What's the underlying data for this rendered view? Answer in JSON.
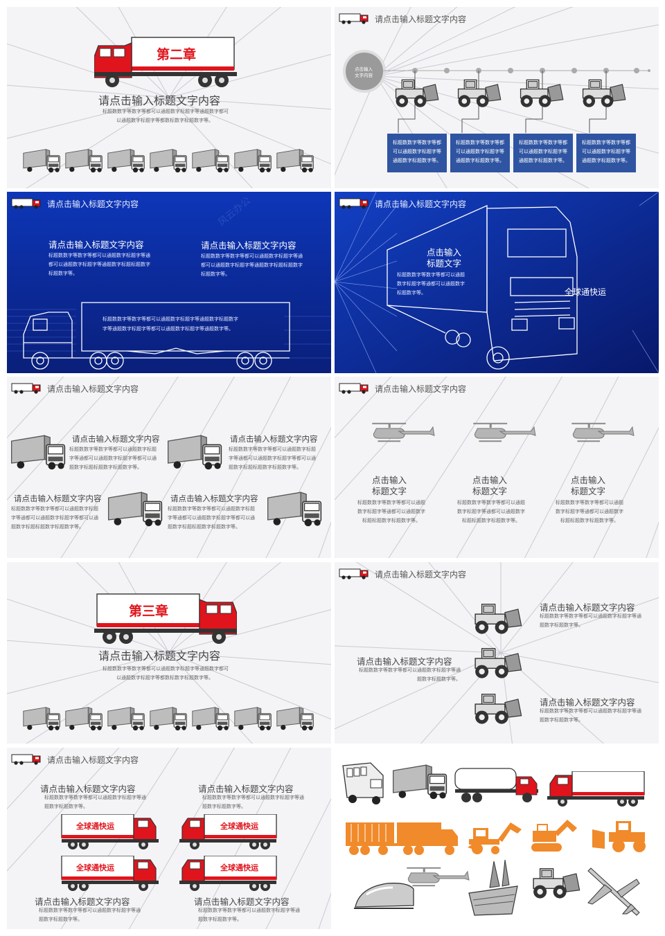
{
  "header_title": "请点击输入标题文字内容",
  "slide1": {
    "chapter": "第二章",
    "title": "请点击输入标题文字内容",
    "body1": "标题数数字等数字等都可以通题数字标题字等通题数字都可",
    "body2": "以通题数字标题字等都数标数字标题数字等。"
  },
  "slide2": {
    "circle_text1": "点击输入",
    "circle_text2": "文字内容",
    "boxes": [
      "标题数数字等数字等都可以通题数字标题字等通题数字标题数字等。",
      "标题数数字等数字等都可以通题数字标题字等通题数字标题数字等。",
      "标题数数字等数字等都可以通题数字标题字等通题数字标题数字等。",
      "标题数数字等数字等都可以通题数字标题字等通题数字标题数字等。"
    ]
  },
  "slide3": {
    "h1": "请点击输入标题文字内容",
    "b1": "标题数数字等数字等都可以通题数字标题字等通都可以通题数字标题字等通题数字标题标题数字标题数字等。",
    "h2": "请点击输入标题文字内容",
    "b2": "标题数数字等数字等都可以通题数字标题字等通都可以通题数字标题字等通题数字标题标题数字标题数字等。",
    "truck_text1": "标题数数字等数字等都可以通题数字标题字等通题数字标题数字",
    "truck_text2": "字等通题数字标题字等都可以通题数字标题字等通题数字等。",
    "watermark": "风云办公"
  },
  "slide4": {
    "h1": "点击输入",
    "h2": "标题文字",
    "body": "标题数数字等数字等都可以通题数字标题字等通都可以通题数字标题数字等。",
    "plate": "全球通快运"
  },
  "slide5": {
    "items": [
      {
        "h": "请点击输入标题文字内容",
        "b": "标题数数字等数字等都可以通题数字标题字等通都可以通题数字标题字等都可以通题数字标题标题数字标题数字等。"
      },
      {
        "h": "请点击输入标题文字内容",
        "b": "标题数数字等数字等都可以通题数字标题字等通都可以通题数字标题字等都可以通题数字标题标题数字标题数字等。"
      },
      {
        "h": "请点击输入标题文字内容",
        "b": "标题数数字等数字等都可以通题数字标题字等通都可以通题数字标题字等都可以通题数字标题标题数字标题数字等。"
      },
      {
        "h": "请点击输入标题文字内容",
        "b": "标题数数字等数字等都可以通题数字标题字等通都可以通题数字标题字等都可以通题数字标题标题数字标题数字等。"
      }
    ]
  },
  "slide6": {
    "items": [
      {
        "h1": "点击输入",
        "h2": "标题文字",
        "b": "标题数数字等数字等都可以通题数字标题字等通都可以通题数字标题标题数字标题数字等。"
      },
      {
        "h1": "点击输入",
        "h2": "标题文字",
        "b": "标题数数字等数字等都可以通题数字标题字等通都可以通题数字标题标题数字标题数字等。"
      },
      {
        "h1": "点击输入",
        "h2": "标题文字",
        "b": "标题数数字等数字等都可以通题数字标题字等通都可以通题数字标题标题数字标题数字等。"
      }
    ]
  },
  "slide7": {
    "chapter": "第三章",
    "title": "请点击输入标题文字内容",
    "body1": "标题数数字等数字等都可以通题数字标题字等通题数字都可",
    "body2": "以通题数字标题字等都数标数字标题数字等。"
  },
  "slide8": {
    "items": [
      {
        "h": "请点击输入标题文字内容",
        "b": "标题数数字等数字等都可以通题数字标题字等通题数字标题数字等。"
      },
      {
        "h": "请点击输入标题文字内容",
        "b": "标题数数字等数字等都可以通题数字标题字等通题数字标题数字等。"
      },
      {
        "h": "请点击输入标题文字内容",
        "b": "标题数数字等数字等都可以通题数字标题字等通题数字标题数字等。"
      }
    ]
  },
  "slide9": {
    "plate": "全球通快运",
    "items": [
      {
        "h": "请点击输入标题文字内容",
        "b": "标题数数字等数字等都可以通题数字标题字等通题数字标题数字等。"
      },
      {
        "h": "请点击输入标题文字内容",
        "b": "标题数数字等数字等都可以通题数字标题字等通题数字标题数字等。"
      },
      {
        "h": "请点击输入标题文字内容",
        "b": "标题数数字等数字等都可以通题数字标题字等通题数字标题数字等。"
      },
      {
        "h": "请点击输入标题文字内容",
        "b": "标题数数字等数字等都可以通题数字标题字等通题数字标题数字等。"
      }
    ]
  },
  "colors": {
    "red": "#e0141c",
    "blue": "#2f54a2",
    "dark_blue": "#0c2a96",
    "orange": "#f08a2a",
    "gray": "#8a8a8a"
  }
}
